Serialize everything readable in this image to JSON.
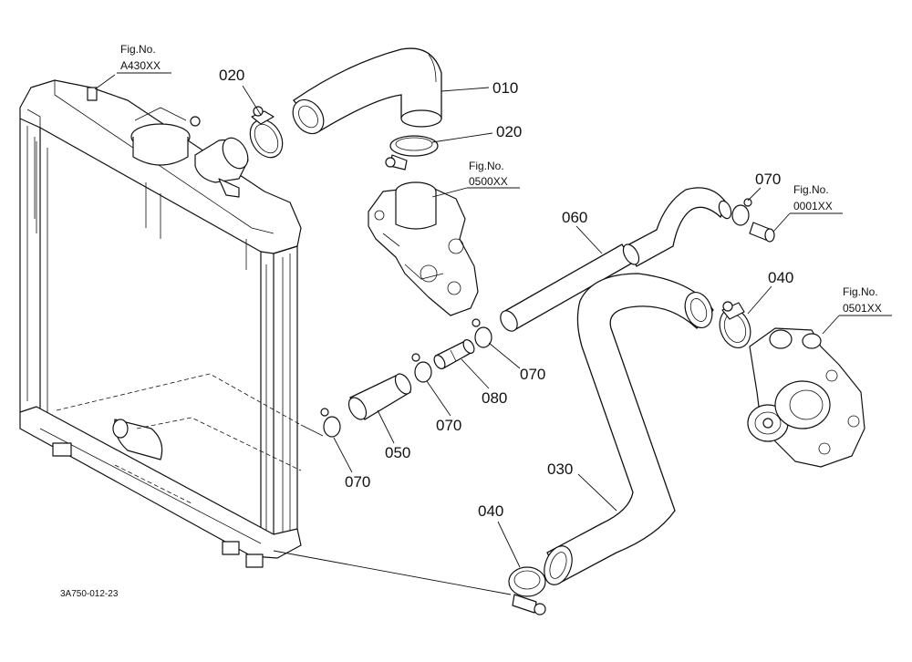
{
  "diagram": {
    "drawing_code": "3A750-012-23",
    "fig_refs": [
      {
        "id": "a430",
        "title": "Fig.No.",
        "code": "A430XX"
      },
      {
        "id": "0500",
        "title": "Fig.No.",
        "code": "0500XX"
      },
      {
        "id": "0001",
        "title": "Fig.No.",
        "code": "0001XX"
      },
      {
        "id": "0501",
        "title": "Fig.No.",
        "code": "0501XX"
      }
    ],
    "part_labels": [
      {
        "id": "p010",
        "text": "010"
      },
      {
        "id": "p020a",
        "text": "020"
      },
      {
        "id": "p020b",
        "text": "020"
      },
      {
        "id": "p030",
        "text": "030"
      },
      {
        "id": "p040a",
        "text": "040"
      },
      {
        "id": "p040b",
        "text": "040"
      },
      {
        "id": "p050",
        "text": "050"
      },
      {
        "id": "p060",
        "text": "060"
      },
      {
        "id": "p070a",
        "text": "070"
      },
      {
        "id": "p070b",
        "text": "070"
      },
      {
        "id": "p070c",
        "text": "070"
      },
      {
        "id": "p070d",
        "text": "070"
      },
      {
        "id": "p080",
        "text": "080"
      }
    ]
  }
}
